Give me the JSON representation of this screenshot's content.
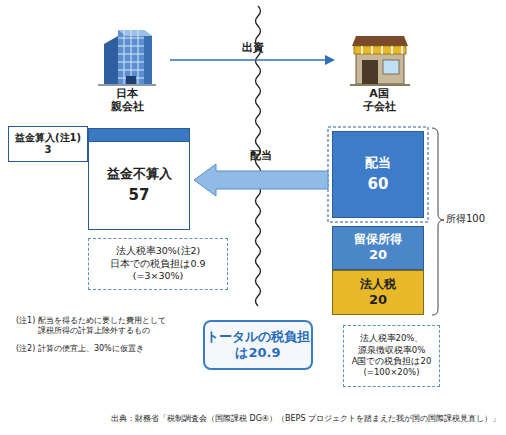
{
  "diagram": {
    "caption": "出典：財務省「税制調査会（国際課税 DG④）（BEPS プロジェクトを踏まえた我が国の国際課税見直し）」",
    "nodes": [
      {
        "text": [
          "日本 親会社"
        ]
      },
      {
        "text": [
          "A国 子会社"
        ]
      },
      {
        "text": [
          "益金算入(注1) 3"
        ]
      },
      {
        "text": [
          "益金不算入",
          "57"
        ]
      },
      {
        "text": [
          "配当",
          "60"
        ]
      },
      {
        "text": [
          "留保所得",
          "20"
        ]
      },
      {
        "text": [
          "法人税",
          "20"
        ]
      },
      {
        "text": [
          "法人税率30%(注2) 日本での税負担は0.9 (=3×30%)"
        ]
      },
      {
        "text": [
          "トータルの税負担は20.9"
        ]
      },
      {
        "text": [
          "法人税率20%、源泉徴収税率0% A国での税負担は20 (=100×20%)"
        ]
      }
    ],
    "edges": [
      {
        "from": 0,
        "to": 1,
        "label": "出資",
        "arrow": "to"
      },
      {
        "from": 4,
        "to": 3,
        "label": "配当",
        "arrow": "to"
      }
    ],
    "labels": [
      "所得100",
      "(注1) 配当を得るために要した費用として 課税所得の計算上除外するもの",
      "(注2) 計算の便宜上、30%に仮置き"
    ]
  }
}
